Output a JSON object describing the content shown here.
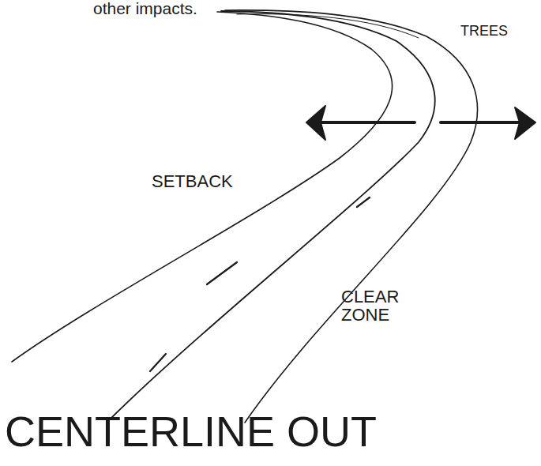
{
  "diagram": {
    "caption": "CENTERLINE OUT",
    "labels": [
      "other impacts.",
      "TREES",
      "SETBACK",
      "CLEAR ZONE"
    ]
  }
}
